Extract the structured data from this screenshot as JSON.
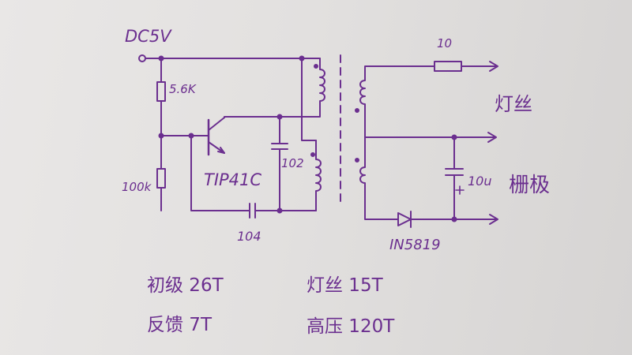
{
  "circuit": {
    "supply": "DC5V",
    "r_top": "5.6K",
    "r_bottom": "100k",
    "transistor": "TIP41C",
    "cap_feedback": "102",
    "cap_base": "104",
    "resistor_out": "10",
    "cap_out": "10u",
    "diode": "IN5819",
    "out_filament": "灯丝",
    "out_grid": "栅极"
  },
  "notes": {
    "primary": "初级 26T",
    "feedback": "反馈 7T",
    "filament": "灯丝 15T",
    "high_voltage": "高压 120T"
  },
  "colors": {
    "ink": "#6b2f8f",
    "paper": "#e6e4e3"
  }
}
